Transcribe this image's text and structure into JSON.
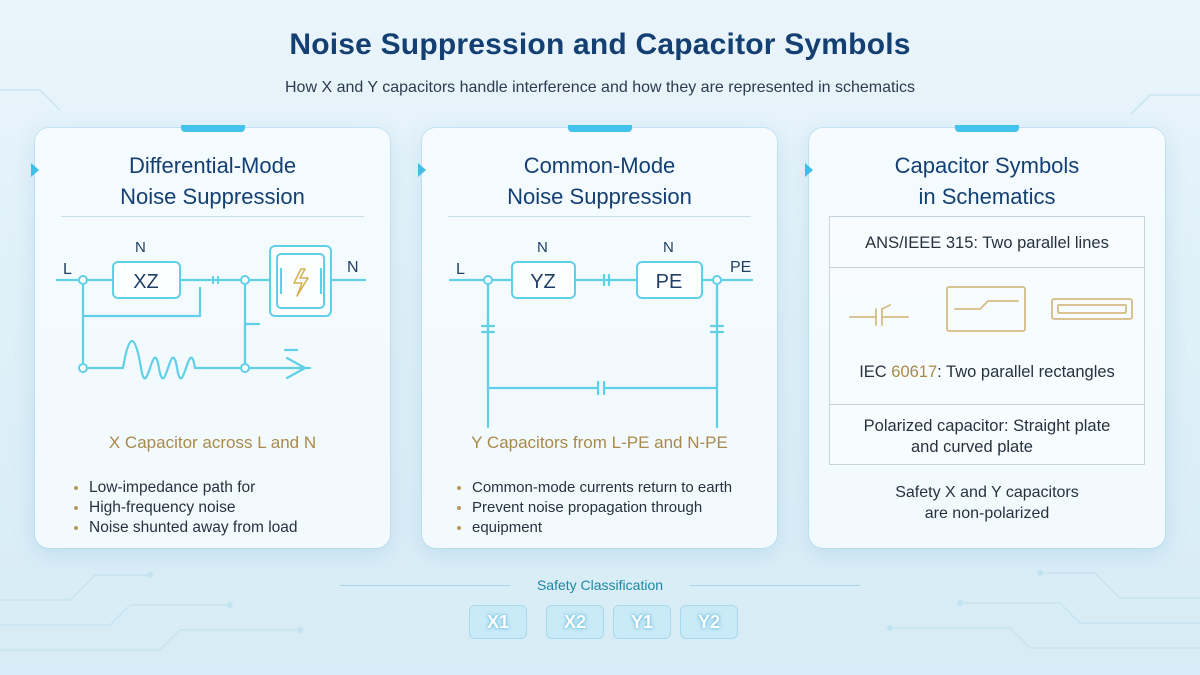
{
  "header": {
    "title": "Noise Suppression and Capacitor Symbols",
    "subtitle": "How X and Y capacitors handle interference and how they are represented in schematics"
  },
  "cards": [
    {
      "title_line1": "Differential-Mode",
      "title_line2": "Noise Suppression",
      "circuit": {
        "label_l": "L",
        "label_n_top": "N",
        "label_n_right": "N",
        "box": "XZ"
      },
      "caption": "X Capacitor across L and N",
      "bullets": [
        "Low-impedance path for",
        "High-frequency noise",
        "Noise shunted away from load"
      ]
    },
    {
      "title_line1": "Common-Mode",
      "title_line2": "Noise Suppression",
      "circuit": {
        "label_l": "L",
        "label_n1": "N",
        "label_n2": "N",
        "label_pe": "PE",
        "box1": "YZ",
        "box2": "PE"
      },
      "caption": "Y Capacitors from L-PE and N-PE",
      "bullets": [
        "Common-mode currents return to earth",
        "Prevent noise propagation through",
        "equipment"
      ]
    },
    {
      "title_line1": "Capacitor Symbols",
      "title_line2": "in Schematics",
      "ansi": "ANS/IEEE 315: Two parallel lines",
      "iec_prefix": "IEC ",
      "iec_number": "60617",
      "iec_suffix": ": Two parallel rectangles",
      "polarized_line1": "Polarized capacitor: Straight plate",
      "polarized_line2": "and curved plate",
      "note_line1": "Safety X and Y capacitors",
      "note_line2": "are non-polarized"
    }
  ],
  "safety": {
    "label": "Safety Classification",
    "classes": [
      "X1",
      "X2",
      "Y1",
      "Y2"
    ]
  },
  "colors": {
    "title": "#143f73",
    "accent": "#43c2ec",
    "caption": "#a98a4b",
    "wire": "#5fd0e8"
  }
}
